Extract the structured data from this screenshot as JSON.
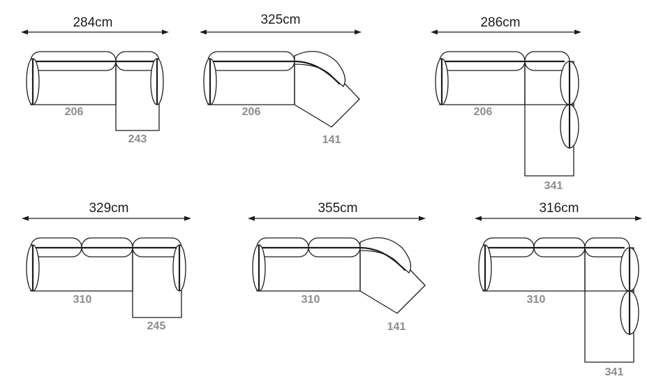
{
  "colors": {
    "outline": "#1c1c1c",
    "part_label": "#8c8c8c",
    "background": "#ffffff"
  },
  "configurations": [
    {
      "total": "284cm",
      "seat_length": "206",
      "extension_length": "243",
      "extension": "chaise"
    },
    {
      "total": "325cm",
      "seat_length": "206",
      "extension_length": "141",
      "extension": "angled"
    },
    {
      "total": "286cm",
      "seat_length": "206",
      "extension_length": "341",
      "extension": "corner"
    },
    {
      "total": "329cm",
      "seat_length": "310",
      "extension_length": "245",
      "extension": "chaise"
    },
    {
      "total": "355cm",
      "seat_length": "310",
      "extension_length": "141",
      "extension": "angled"
    },
    {
      "total": "316cm",
      "seat_length": "310",
      "extension_length": "341",
      "extension": "corner"
    }
  ]
}
